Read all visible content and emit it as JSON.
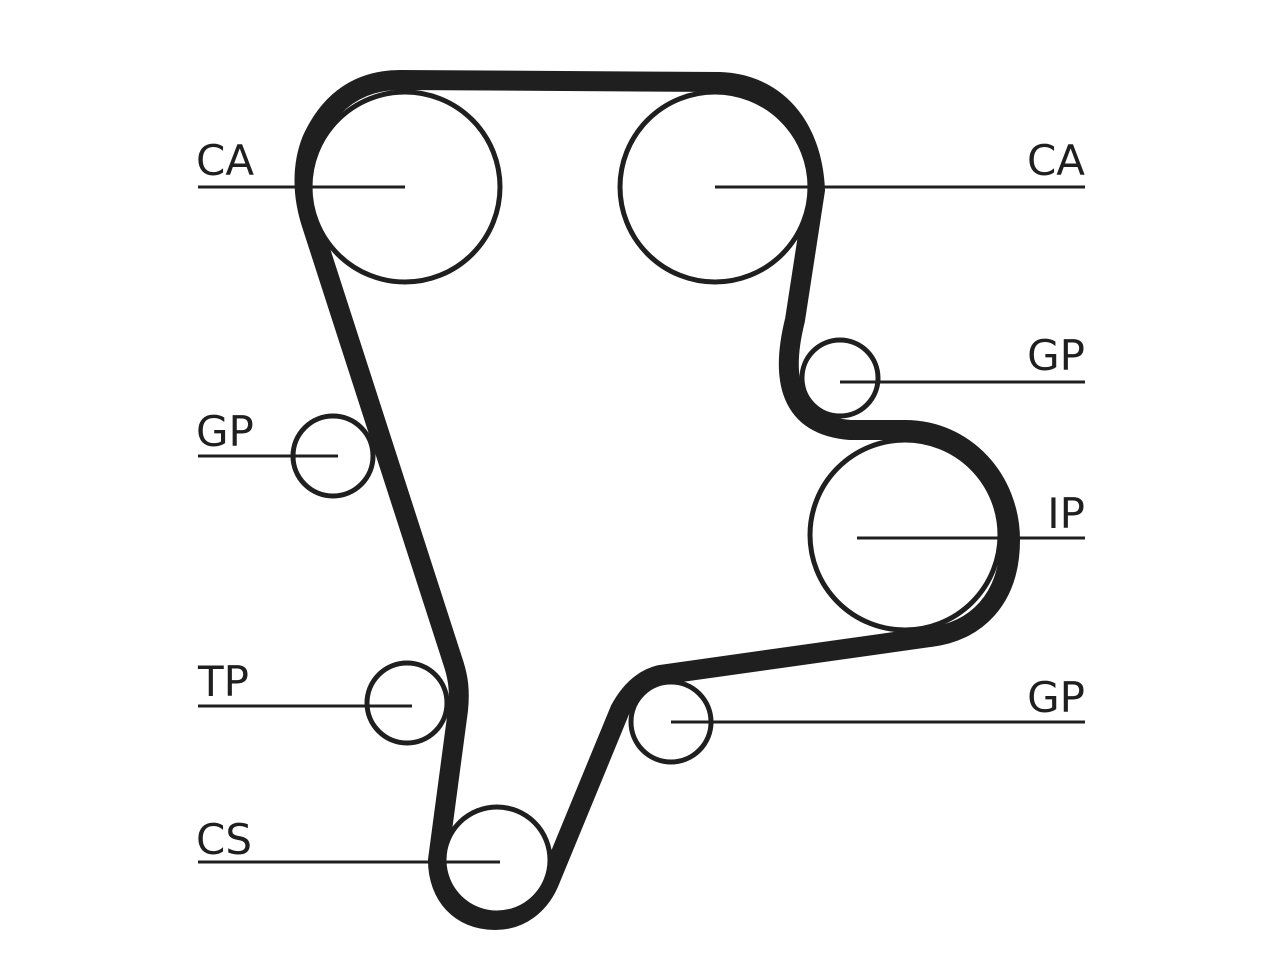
{
  "colors": {
    "ink": "#1f1f1f",
    "background": "#ffffff"
  },
  "labels": {
    "ca_left": "CA",
    "ca_right": "CA",
    "gp_right_upper": "GP",
    "gp_left": "GP",
    "ip": "IP",
    "tp": "TP",
    "gp_right_lower": "GP",
    "cs": "CS"
  }
}
